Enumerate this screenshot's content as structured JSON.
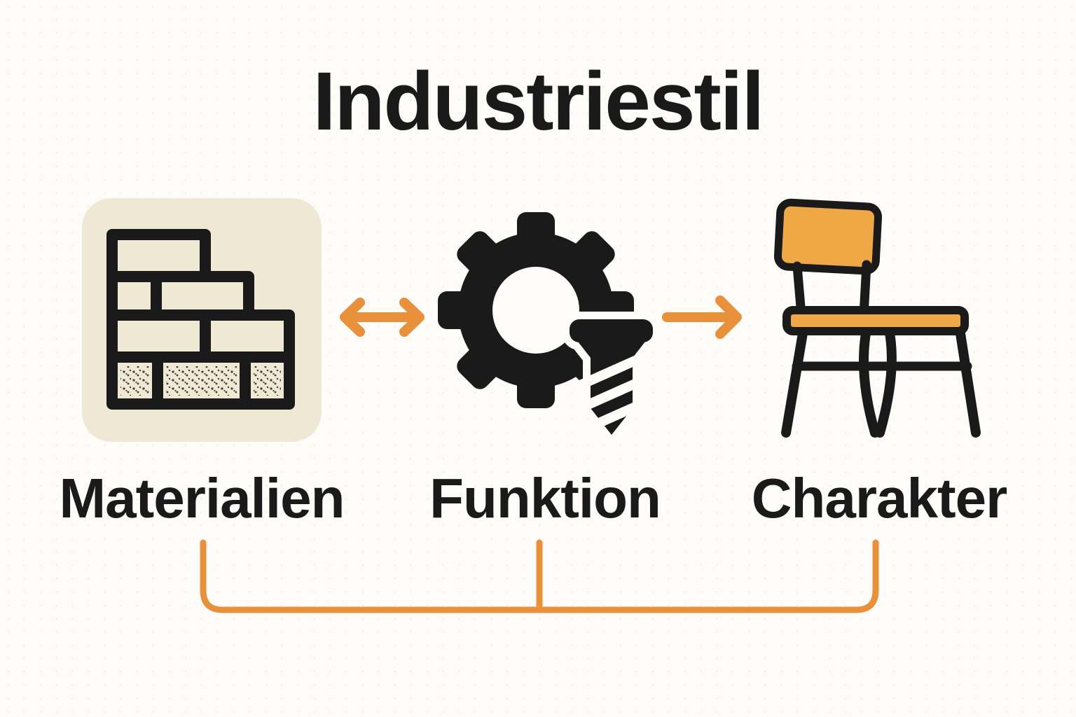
{
  "title": "Industriestil",
  "items": [
    {
      "label": "Materialien",
      "icon": "brick-wall"
    },
    {
      "label": "Funktion",
      "icon": "gear-with-screw"
    },
    {
      "label": "Charakter",
      "icon": "chair"
    }
  ],
  "connectors": {
    "materialien_funktion": "double-headed-arrow",
    "funktion_charakter": "arrow-right",
    "bottom": "bracket-grouping-all-three"
  },
  "colors": {
    "background": "#fdfcf8",
    "ink": "#1a1a1a",
    "panel_beige": "#efe8d4",
    "accent_orange": "#e8913a",
    "fill_orange": "#f0a846"
  }
}
